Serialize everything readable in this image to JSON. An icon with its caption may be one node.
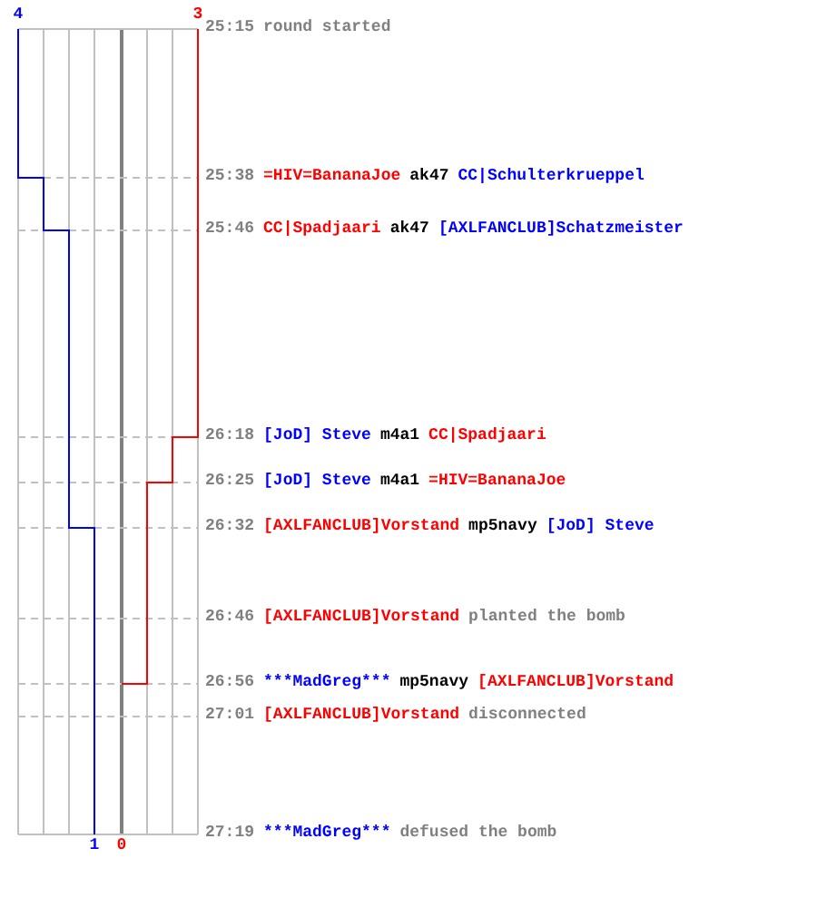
{
  "diagram": {
    "labels": [
      "4",
      "3",
      "25:15",
      "round started",
      "25:38",
      "=HIV=BananaJoe",
      "ak47",
      "CC|Schulterkrueppel",
      "25:46",
      "CC|Spadjaari",
      "ak47",
      "[AXLFANCLUB]Schatzmeister",
      "26:18",
      "[JoD] Steve",
      "m4a1",
      "CC|Spadjaari",
      "26:25",
      "[JoD] Steve",
      "m4a1",
      "=HIV=BananaJoe",
      "26:32",
      "[AXLFANCLUB]Vorstand",
      "mp5navy",
      "[JoD] Steve",
      "26:46",
      "[AXLFANCLUB]Vorstand",
      "planted the bomb",
      "26:56",
      "***MadGreg***",
      "mp5navy",
      "[AXLFANCLUB]Vorstand",
      "27:01",
      "[AXLFANCLUB]Vorstand",
      "disconnected",
      "27:19",
      "***MadGreg***",
      "defused the bomb",
      "1",
      "0"
    ]
  }
}
